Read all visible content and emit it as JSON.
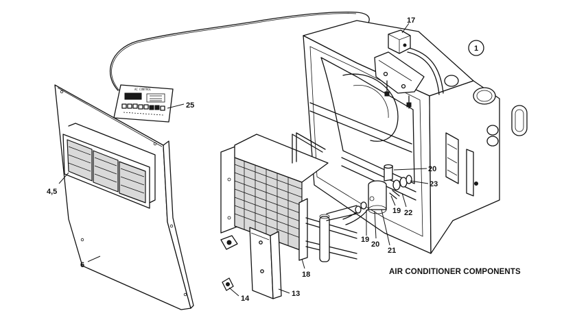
{
  "caption": "AIR CONDITIONER COMPONENTS",
  "sheet_number": "1",
  "panel_header": "AC CONTROL",
  "callouts": {
    "c17": "17",
    "c25": "25",
    "c45": "4,5",
    "c6": "6",
    "c14": "14",
    "c13": "13",
    "c18": "18",
    "c19a": "19",
    "c19b": "19",
    "c20a": "20",
    "c20b": "20",
    "c21": "21",
    "c22": "22",
    "c23": "23"
  }
}
